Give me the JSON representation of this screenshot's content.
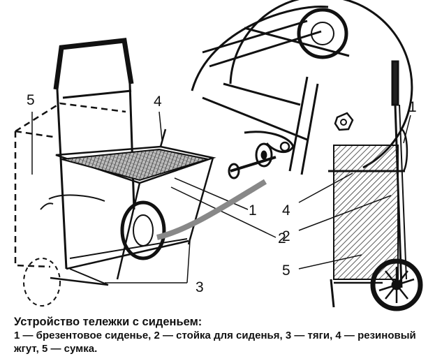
{
  "figure": {
    "callouts": [
      "1",
      "2",
      "3",
      "4",
      "5"
    ]
  },
  "caption": {
    "title": "Устройство тележки с сиденьем:",
    "text": "1 — брезентовое сиденье, 2 — стойка для сиденья, 3 — тяги, 4 — резиновый жгут, 5 — сумка."
  }
}
